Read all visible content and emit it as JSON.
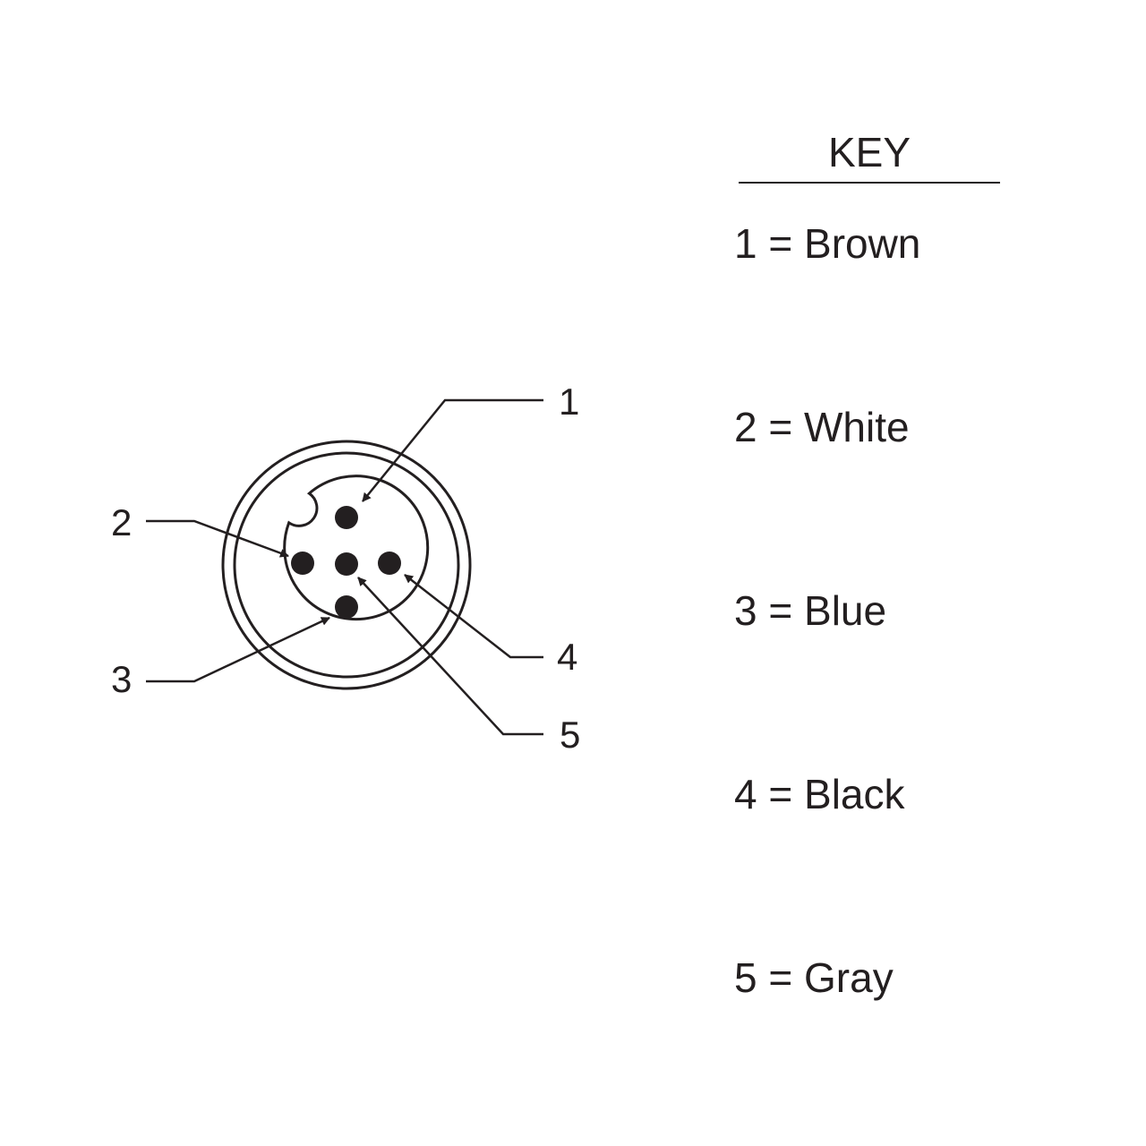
{
  "diagram": {
    "pin_labels": [
      {
        "id": "pin-1",
        "label": "1"
      },
      {
        "id": "pin-2",
        "label": "2"
      },
      {
        "id": "pin-3",
        "label": "3"
      },
      {
        "id": "pin-4",
        "label": "4"
      },
      {
        "id": "pin-5",
        "label": "5"
      }
    ]
  },
  "key": {
    "title": "KEY",
    "items": [
      {
        "pin": "1",
        "label": "1 = Brown"
      },
      {
        "pin": "2",
        "label": "2 = White"
      },
      {
        "pin": "3",
        "label": "3 = Blue"
      },
      {
        "pin": "4",
        "label": "4 = Black"
      },
      {
        "pin": "5",
        "label": "5 = Gray"
      }
    ]
  },
  "colors": {
    "ink": "#231f20",
    "background": "#ffffff"
  }
}
